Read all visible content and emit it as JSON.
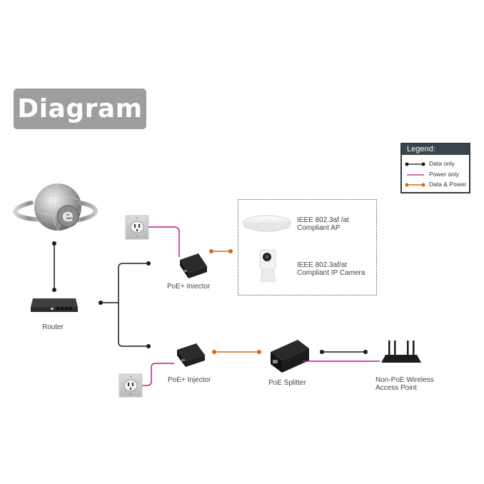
{
  "title": "Diagram",
  "legend": {
    "heading": "Legend:",
    "items": [
      {
        "label": "Data only",
        "color": "#1a1a1a",
        "type": "dots"
      },
      {
        "label": "Power only",
        "color": "#c2188f",
        "type": "line"
      },
      {
        "label": "Data & Power",
        "color": "#d06a1a",
        "type": "dots"
      }
    ]
  },
  "nodes": {
    "internet": {
      "label": ""
    },
    "router": {
      "label": "Router"
    },
    "injector_top": {
      "label": "PoE+ Iniector"
    },
    "injector_bottom": {
      "label": "PoE+ Injector"
    },
    "ap": {
      "line1": "IEEE 802.3af /at",
      "line2": "Compliant AP"
    },
    "camera": {
      "line1": "IEEE 802.3af/at",
      "line2": "Compliant IP Camera"
    },
    "splitter": {
      "label": "PoE Splitter"
    },
    "non_poe_ap": {
      "line1": "Non-PoE Wireless",
      "line2": "Access Point"
    }
  },
  "colors": {
    "data": "#1a1a1a",
    "power": "#c2188f",
    "data_power": "#d06a1a",
    "badge": "#9e9e9e",
    "legend_header": "#3a464b"
  }
}
